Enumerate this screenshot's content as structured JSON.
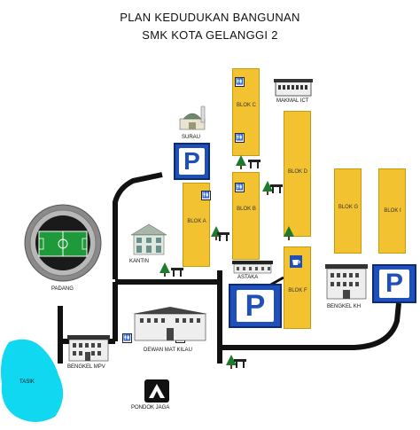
{
  "title": {
    "line1": "PLAN KEDUDUKAN BANGUNAN",
    "line2": "SMK KOTA GELANGGI 2"
  },
  "blocks": {
    "a": "BLOK A",
    "b": "BLOK B",
    "c": "BLOK C",
    "d": "BLOK D",
    "f": "BLOK F",
    "g": "BLOK G",
    "i": "BLOK I"
  },
  "places": {
    "surau": "SURAU",
    "makmal_ict": "MAKMAL ICT",
    "kantin": "KANTIN",
    "padang": "PADANG",
    "astaka": "ASTAKA",
    "bengkel_kh": "BENGKEL KH",
    "dewan": "DEWAN MAT KILAU",
    "bengkel_mpv": "BENGKEL MPV",
    "tasik": "TASIK",
    "pondok_jaga": "PONDOK JAGA"
  },
  "parking": {
    "symbol": "P"
  },
  "icons": {
    "toilet": "toilet-icon",
    "tree": "tree-icon",
    "bench": "picnic-bench-icon",
    "cafe": "coffee-cup-icon"
  },
  "colors": {
    "block": "#f2c230",
    "parking": "#1f4fb8",
    "road": "#111111",
    "field": "#1e9a3a",
    "lake": "#10d8f0"
  }
}
